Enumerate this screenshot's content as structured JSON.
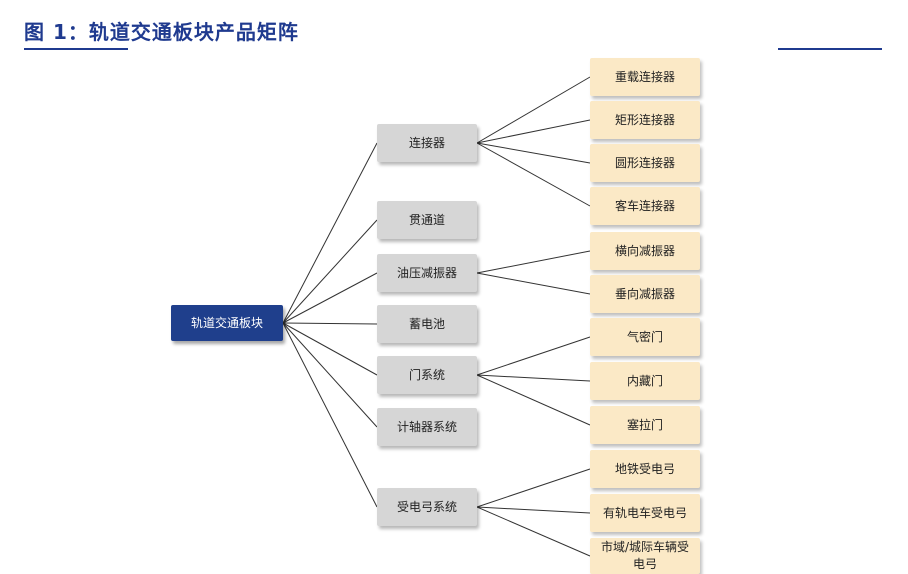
{
  "header": {
    "title": "图 1：轨道交通板块产品矩阵"
  },
  "colors": {
    "accent": "#1f3a8f",
    "root_fill": "#1f3f8c",
    "mid_fill": "#d6d6d6",
    "leaf_fill": "#fbe9c6",
    "line": "#333333"
  },
  "tree": {
    "root": "轨道交通板块",
    "categories": [
      {
        "label": "连接器",
        "children": [
          "重载连接器",
          "矩形连接器",
          "圆形连接器",
          "客车连接器"
        ]
      },
      {
        "label": "贯通道",
        "children": []
      },
      {
        "label": "油压减振器",
        "children": [
          "横向减振器",
          "垂向减振器"
        ]
      },
      {
        "label": "蓄电池",
        "children": []
      },
      {
        "label": "门系统",
        "children": [
          "气密门",
          "内藏门",
          "塞拉门"
        ]
      },
      {
        "label": "计轴器系统",
        "children": []
      },
      {
        "label": "受电弓系统",
        "children": [
          "地铁受电弓",
          "有轨电车受电弓",
          "市域/城际车辆受电弓"
        ]
      }
    ]
  }
}
